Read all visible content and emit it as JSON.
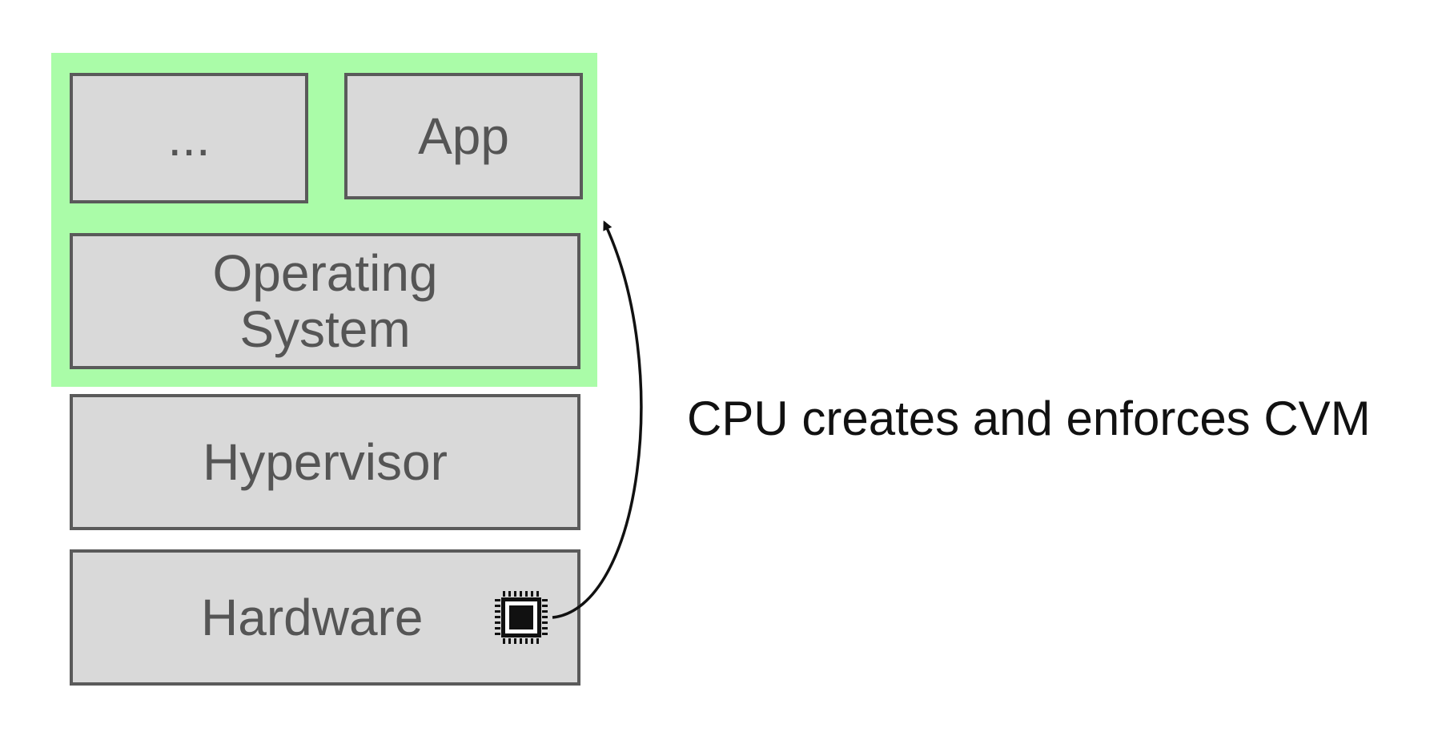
{
  "boxes": {
    "ellipsis": "...",
    "app": "App",
    "operating_system": "Operating\nSystem",
    "hypervisor": "Hypervisor",
    "hardware": "Hardware"
  },
  "annotation": "CPU creates and enforces CVM",
  "icons": {
    "chip": "cpu-chip-icon"
  },
  "colors": {
    "cvm_region": "#aafca8",
    "box_fill": "#d9d9d9",
    "box_border": "#5a5a5a",
    "box_text": "#555555"
  }
}
